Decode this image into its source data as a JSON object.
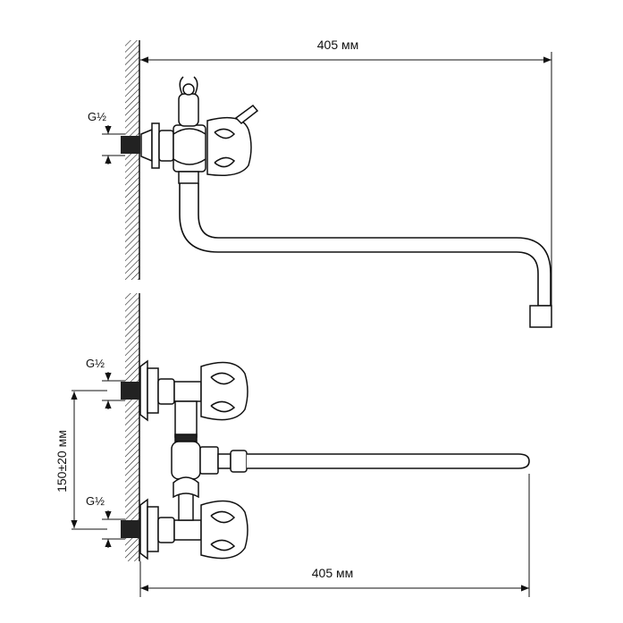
{
  "top_view": {
    "width_dimension": "405 мм",
    "thread_label": "G½"
  },
  "front_view": {
    "width_dimension": "405 мм",
    "height_dimension": "150±20 мм",
    "thread_label_upper": "G½",
    "thread_label_lower": "G½"
  }
}
